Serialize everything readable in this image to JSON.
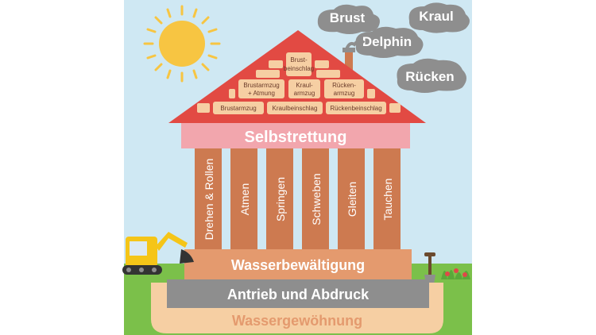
{
  "clouds": [
    {
      "label": "Brust"
    },
    {
      "label": "Kraul"
    },
    {
      "label": "Delphin"
    },
    {
      "label": "Rücken"
    }
  ],
  "roof_bricks": {
    "top": [
      "Brust-",
      "beinschlag"
    ],
    "middle": [
      [
        "Brustarmzug",
        "+ Atmung"
      ],
      [
        "Kraul-",
        "armzug"
      ],
      [
        "Rücken-",
        "armzug"
      ]
    ],
    "bottom": [
      "Brustarmzug",
      "Kraulbeinschlag",
      "Rückenbeinschlag"
    ]
  },
  "frieze": {
    "label": "Selbstrettung"
  },
  "pillars": [
    "Drehen & Rollen",
    "Atmen",
    "Springen",
    "Schweben",
    "Gleiten",
    "Tauchen"
  ],
  "bases": {
    "upper": "Wasserbewältigung",
    "middle": "Antrieb und Abdruck",
    "lower": "Wassergewöhnung"
  },
  "colors": {
    "sky": "#cfe8f3",
    "grass": "#7bc04a",
    "roof": "#e24a43",
    "frieze": "#f2a6ad",
    "pillar": "#cd7a50",
    "base_upper": "#e49a6e",
    "base_middle": "#8e8e8e",
    "base_lower": "#f6cfa3",
    "cloud": "#8e8e8e",
    "sun": "#f7c542"
  }
}
